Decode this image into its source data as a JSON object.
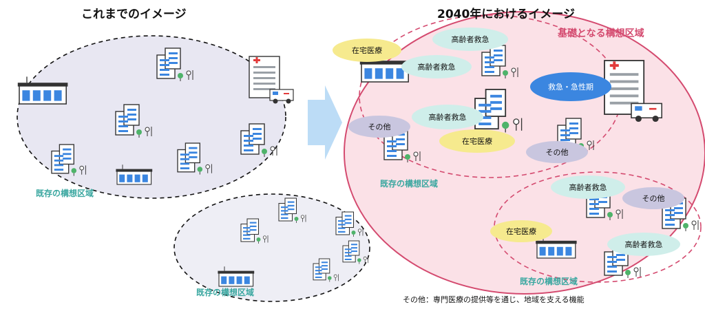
{
  "titles": {
    "left": "これまでのイメージ",
    "right": "2040年におけるイメージ"
  },
  "labels": {
    "existing_area_1": "既存の構想区域",
    "existing_area_2": "既存の構想区域",
    "existing_area_3": "既存の構想区域",
    "existing_area_4": "既存の構想区域",
    "base_area": "基礎となる構想区域"
  },
  "pills": {
    "home_care_1": "在宅医療",
    "elderly_emergency_1": "高齢者救急",
    "elderly_emergency_2": "高齢者救急",
    "elderly_emergency_3": "高齢者救急",
    "emergency_acute": "救急・急性期",
    "other_1": "その他",
    "home_care_2": "在宅医療",
    "other_2": "その他",
    "elderly_emergency_4": "高齢者救急",
    "other_3": "その他",
    "home_care_3": "在宅医療",
    "elderly_emergency_5": "高齢者救急"
  },
  "footnote": "その他：専門医療の提供等を通じ、地域を支える機能",
  "colors": {
    "left_area_fill": "#e8e7f2",
    "right_area_fill": "#fbe1e7",
    "pink_border": "#d44a6f",
    "teal_label": "#3aa7a0",
    "arrow": "#bcdcf6"
  }
}
